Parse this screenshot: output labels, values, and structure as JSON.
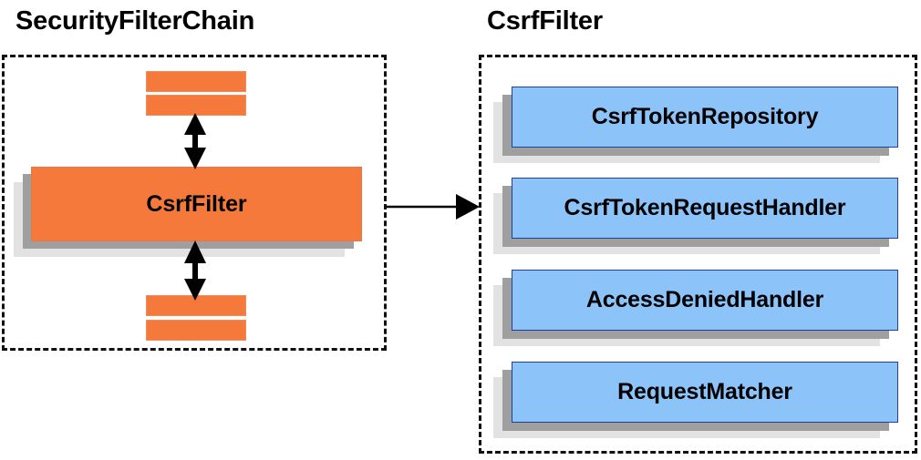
{
  "diagram": {
    "title_left": "SecurityFilterChain",
    "title_right": "CsrfFilter",
    "colors": {
      "orange_fill": "#F4793B",
      "orange_border": "#E8764A",
      "blue_fill": "#8CC4FA",
      "blue_border": "#1F3F9E",
      "shadow_near": "#9F9F9F",
      "shadow_far": "#E2E2E2",
      "dashed_border": "#111111",
      "text": "#000000",
      "background": "#FFFFFF"
    }
  },
  "left_panel": {
    "title": "SecurityFilterChain",
    "filters_above": [
      {
        "label": ""
      },
      {
        "label": ""
      }
    ],
    "main_filter": {
      "label": "CsrfFilter"
    },
    "filters_below": [
      {
        "label": ""
      },
      {
        "label": ""
      }
    ],
    "connectors": [
      {
        "name": "arrow-above-csrffilter",
        "kind": "double-headed-vertical"
      },
      {
        "name": "arrow-below-csrffilter",
        "kind": "double-headed-vertical"
      }
    ]
  },
  "right_panel": {
    "title": "CsrfFilter",
    "collaborators": [
      {
        "label": "CsrfTokenRepository"
      },
      {
        "label": "CsrfTokenRequestHandler"
      },
      {
        "label": "AccessDeniedHandler"
      },
      {
        "label": "RequestMatcher"
      }
    ]
  },
  "link": {
    "name": "expansion-arrow",
    "kind": "single-headed-horizontal",
    "from": "SecurityFilterChain",
    "to": "CsrfFilter"
  }
}
